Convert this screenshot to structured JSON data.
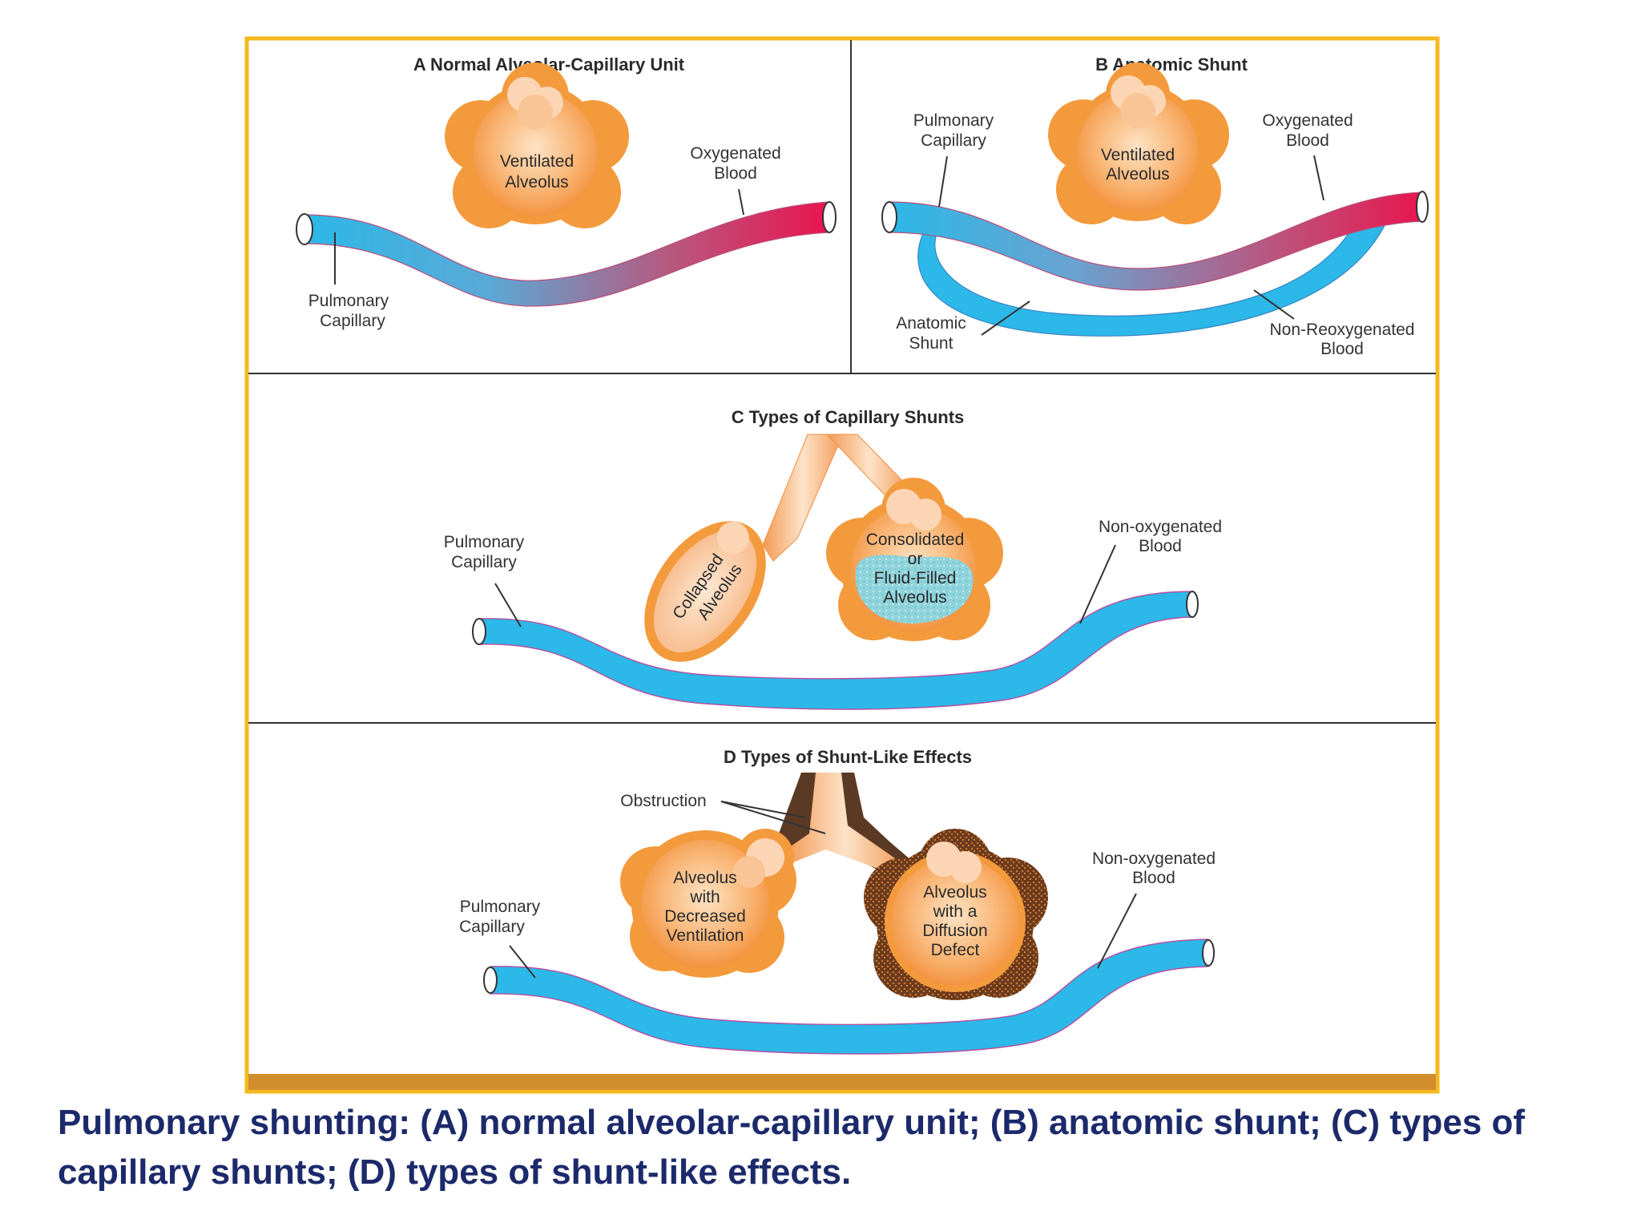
{
  "colors": {
    "frame": "#f5b91f",
    "vessel_blue": "#2cb8e8",
    "oxygen_red": "#e8164f",
    "alveolus_orange": "#f6a24a",
    "caption": "#1c2a6b",
    "bottom_bar": "#d28d2d"
  },
  "panel_a": {
    "title": "A  Normal Alveolar-Capillary Unit",
    "alveolus": [
      "Ventilated",
      "Alveolus"
    ],
    "oxygenated": [
      "Oxygenated",
      "Blood"
    ],
    "capillary": [
      "Pulmonary",
      "Capillary"
    ]
  },
  "panel_b": {
    "title": "B  Anatomic Shunt",
    "capillary": [
      "Pulmonary",
      "Capillary"
    ],
    "alveolus": [
      "Ventilated",
      "Alveolus"
    ],
    "oxygenated": [
      "Oxygenated",
      "Blood"
    ],
    "shunt": [
      "Anatomic",
      "Shunt"
    ],
    "nonreox": [
      "Non-Reoxygenated",
      "Blood"
    ]
  },
  "panel_c": {
    "title": "C  Types of Capillary Shunts",
    "capillary": [
      "Pulmonary",
      "Capillary"
    ],
    "collapsed": [
      "Collapsed",
      "Alveolus"
    ],
    "consolidated": [
      "Consolidated",
      "or",
      "Fluid-Filled",
      "Alveolus"
    ],
    "nonoxy": [
      "Non-oxygenated",
      "Blood"
    ]
  },
  "panel_d": {
    "title": "D  Types of Shunt-Like Effects",
    "obstruction": "Obstruction",
    "decreased": [
      "Alveolus",
      "with",
      "Decreased",
      "Ventilation"
    ],
    "diffusion": [
      "Alveolus",
      "with a",
      "Diffusion",
      "Defect"
    ],
    "capillary": [
      "Pulmonary",
      "Capillary"
    ],
    "nonoxy": [
      "Non-oxygenated",
      "Blood"
    ]
  },
  "caption": {
    "line1": "Pulmonary shunting: (A) normal alveolar-capillary unit; (B) anatomic shunt; (C) types of",
    "line2": "capillary shunts; (D) types of shunt-like effects."
  }
}
